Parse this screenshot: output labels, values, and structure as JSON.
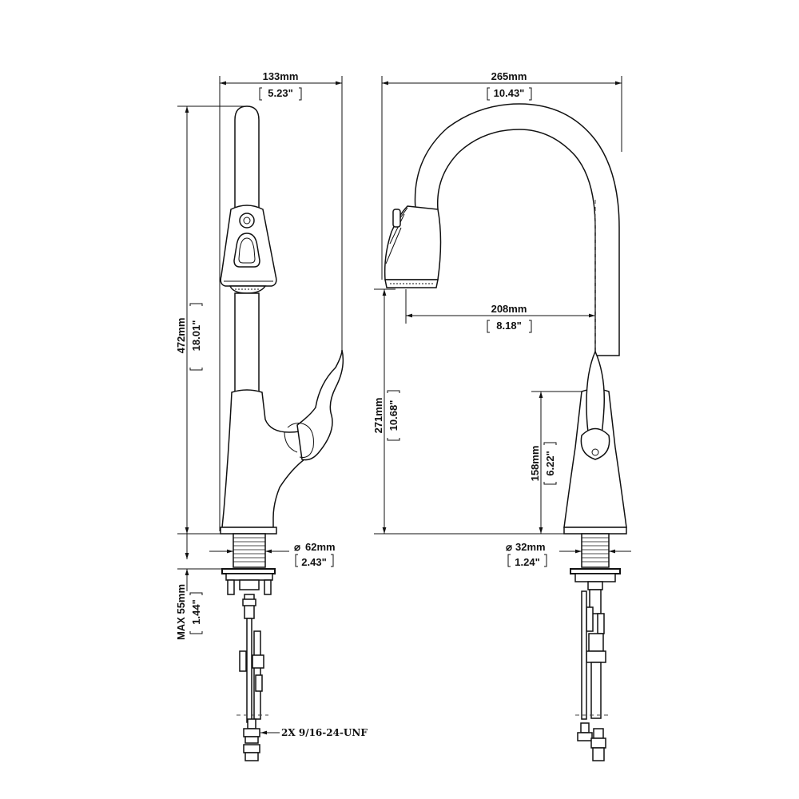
{
  "side_view": {
    "width_mm": "133mm",
    "width_in": "5.23\"",
    "height_mm": "472mm",
    "height_in": "18.01\"",
    "base_dia_mm": "62mm",
    "base_dia_in": "2.43\"",
    "deck_max_mm": "MAX 55mm",
    "deck_max_in": "1.44\"",
    "connector_note": "2X  9/16-24-UNF"
  },
  "front_view": {
    "reach_total_mm": "265mm",
    "reach_total_in": "10.43\"",
    "spout_reach_mm": "208mm",
    "spout_reach_in": "8.18\"",
    "spout_height_mm": "271mm",
    "spout_height_in": "10.68\"",
    "handle_height_mm": "158mm",
    "handle_height_in": "6.22\"",
    "hole_dia_mm": "32mm",
    "hole_dia_in": "1.24\""
  },
  "symbols": {
    "diameter": "⌀"
  }
}
